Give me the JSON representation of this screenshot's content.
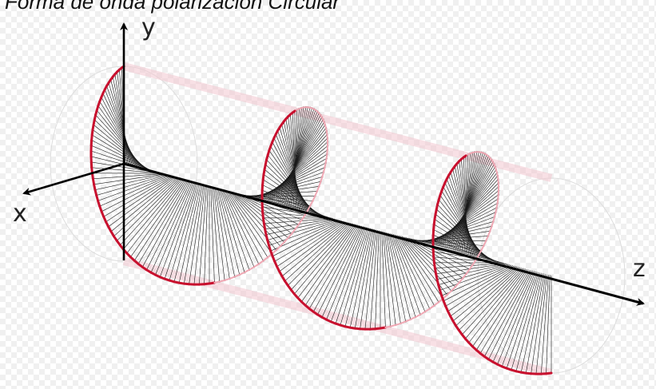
{
  "title": "Forma de onda polarización Circular",
  "axes": {
    "x": "x",
    "y": "y",
    "z": "z"
  },
  "colors": {
    "helix": "#c8102e",
    "helix_faint": "#f0a8b4",
    "envelope": "#e8c0c8",
    "vector": "#1a1a1a",
    "axis": "#000000"
  },
  "wave": {
    "polarization": "circular",
    "cycles": 2.5,
    "vector_samples": 300
  }
}
